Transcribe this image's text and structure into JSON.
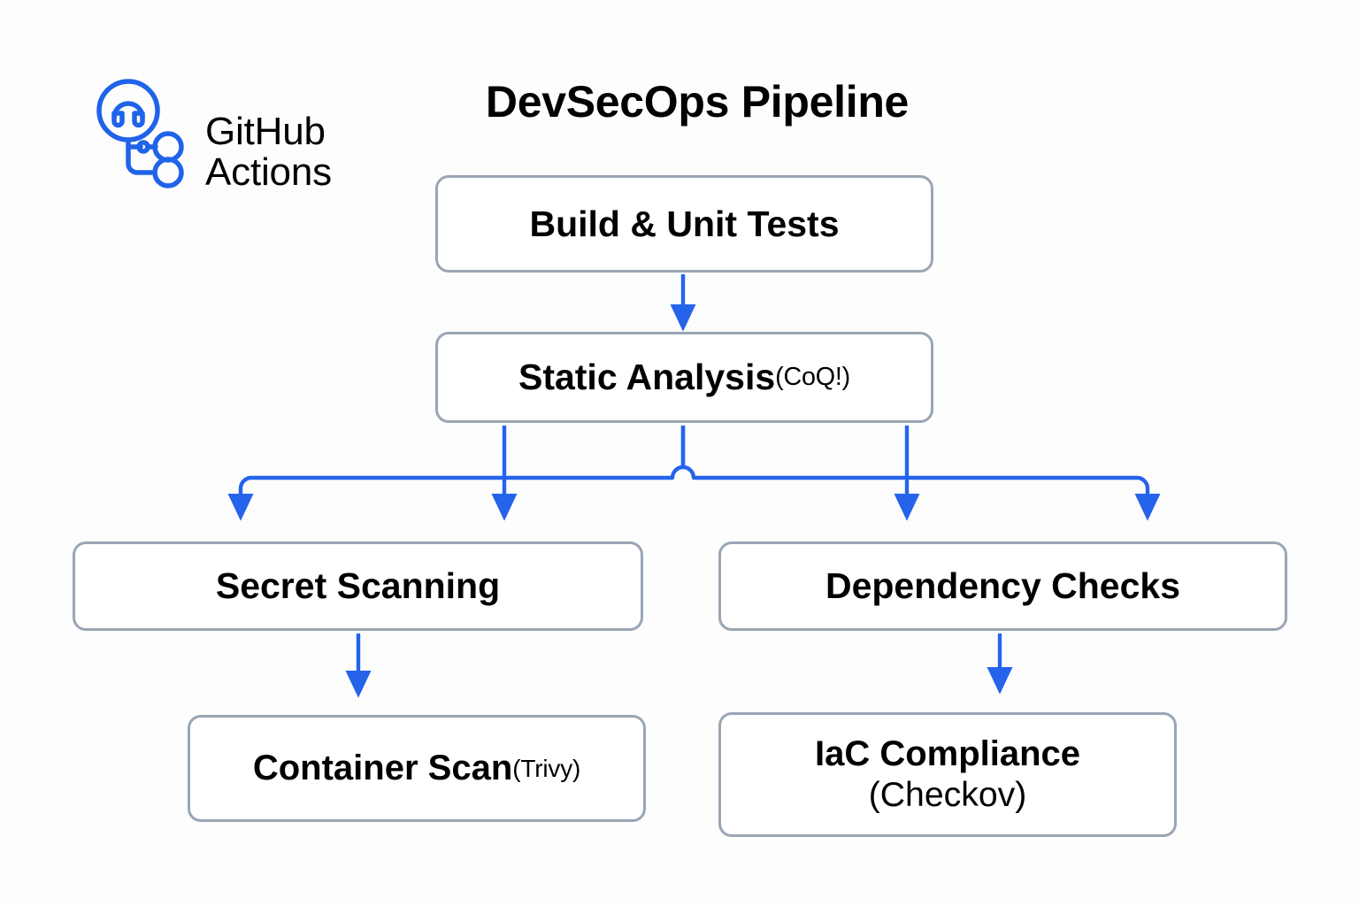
{
  "diagram": {
    "title": "DevSecOps Pipeline",
    "brand": {
      "name": "GitHub\nActions",
      "logo_icon": "github-actions-logo-icon",
      "color": "#1f63e8"
    },
    "colors": {
      "background": "#fdfdfd",
      "node_border": "#9aa5b4",
      "node_fill": "#ffffff",
      "arrow": "#2563eb",
      "text": "#000000"
    },
    "nodes": [
      {
        "id": "build",
        "label": "Build & Unit Tests",
        "tool": ""
      },
      {
        "id": "static",
        "label": "Static Analysis",
        "tool": "(CoQ!)"
      },
      {
        "id": "secret",
        "label": "Secret Scanning",
        "tool": ""
      },
      {
        "id": "dependency",
        "label": "Dependency Checks",
        "tool": ""
      },
      {
        "id": "container",
        "label": "Container Scan",
        "tool": "(Trivy)"
      },
      {
        "id": "iac",
        "label": "IaC Compliance",
        "tool": "(Checkov)"
      }
    ],
    "edges": [
      {
        "from": "build",
        "to": "static",
        "style": "straight-down"
      },
      {
        "from": "static",
        "to": "secret",
        "style": "bus-branch-left-outer"
      },
      {
        "from": "static",
        "to": "secret",
        "style": "bus-branch-left-inner"
      },
      {
        "from": "static",
        "to": "dependency",
        "style": "bus-branch-right-inner"
      },
      {
        "from": "static",
        "to": "dependency",
        "style": "bus-branch-right-outer"
      },
      {
        "from": "secret",
        "to": "container",
        "style": "straight-down"
      },
      {
        "from": "dependency",
        "to": "iac",
        "style": "straight-down"
      }
    ]
  }
}
